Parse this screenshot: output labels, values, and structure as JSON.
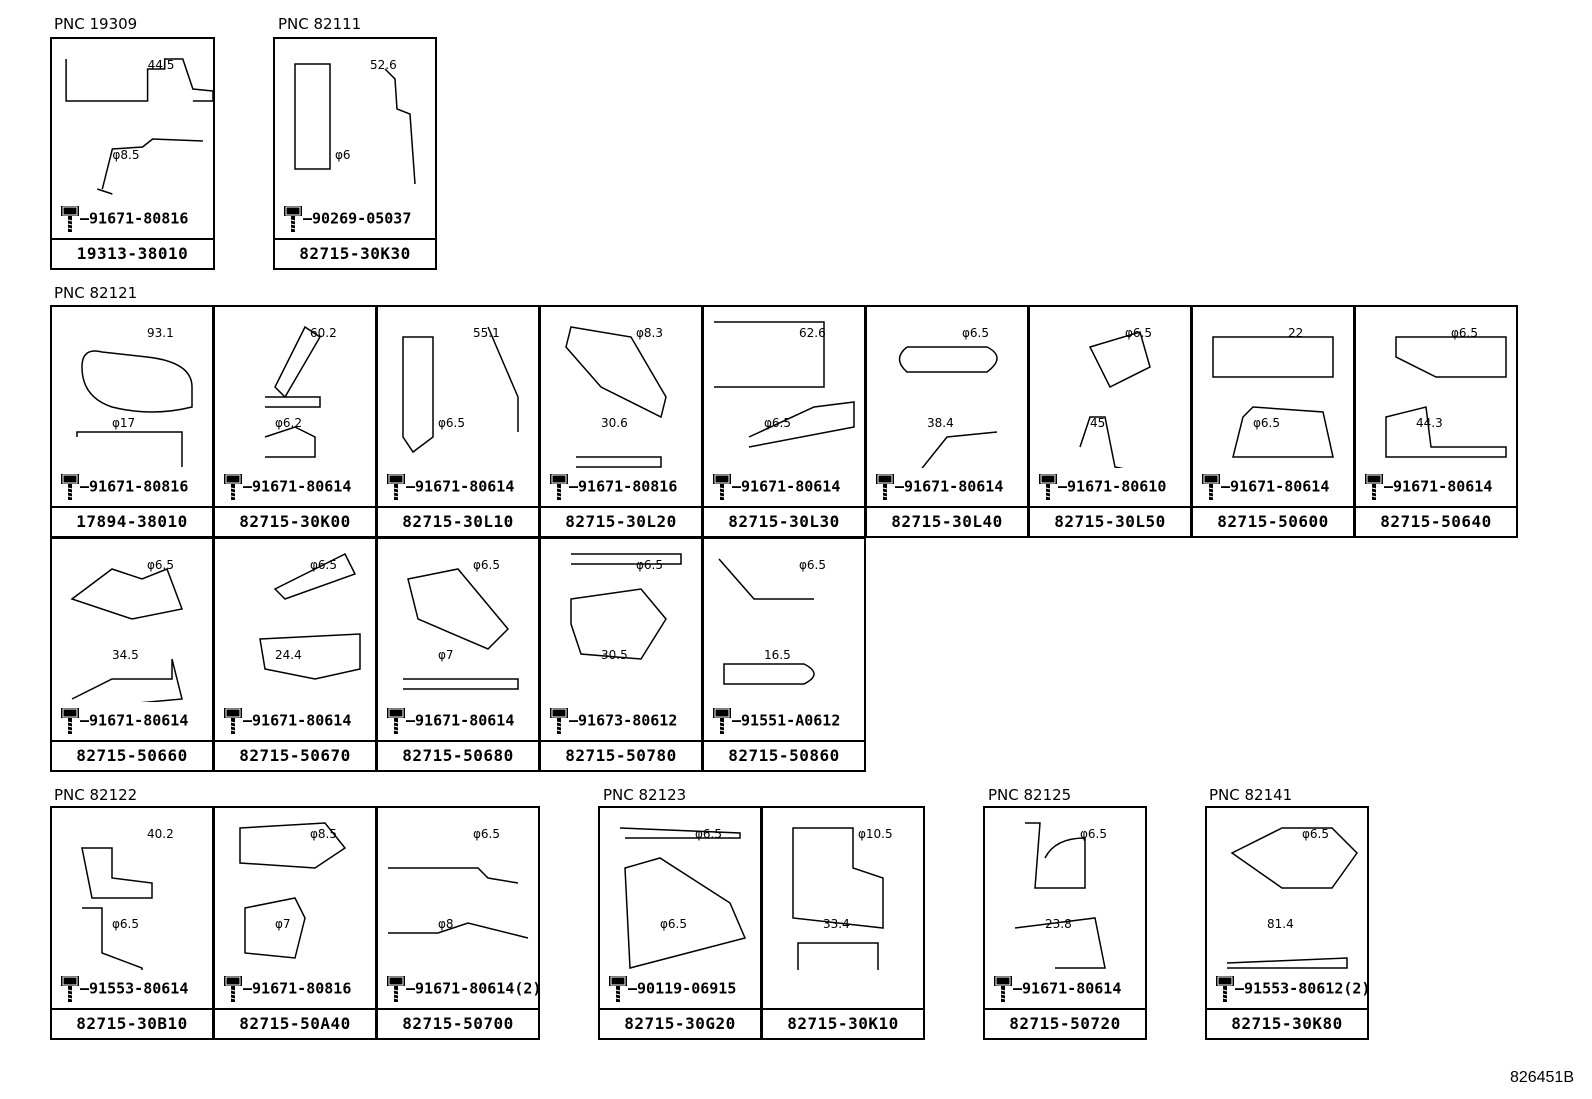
{
  "pnc_labels": {
    "p19309": "PNC 19309",
    "p82111": "PNC 82111",
    "p82121": "PNC 82121",
    "p82122": "PNC 82122",
    "p82123": "PNC 82123",
    "p82125": "PNC 82125",
    "p82141": "PNC 82141"
  },
  "cells": [
    {
      "part": "19313-38010",
      "bolt": "91671-80816",
      "dims": [
        "44.5",
        "φ8.5"
      ]
    },
    {
      "part": "82715-30K30",
      "bolt": "90269-05037",
      "dims": [
        "52.6",
        "φ6"
      ]
    },
    {
      "part": "17894-38010",
      "bolt": "91671-80816",
      "dims": [
        "93.1",
        "φ17"
      ]
    },
    {
      "part": "82715-30K00",
      "bolt": "91671-80614",
      "dims": [
        "60.2",
        "φ6.2"
      ]
    },
    {
      "part": "82715-30L10",
      "bolt": "91671-80614",
      "dims": [
        "55.1",
        "φ6.5"
      ]
    },
    {
      "part": "82715-30L20",
      "bolt": "91671-80816",
      "dims": [
        "φ8.3",
        "30.6"
      ]
    },
    {
      "part": "82715-30L30",
      "bolt": "91671-80614",
      "dims": [
        "62.6",
        "φ6.5"
      ]
    },
    {
      "part": "82715-30L40",
      "bolt": "91671-80614",
      "dims": [
        "φ6.5",
        "38.4"
      ]
    },
    {
      "part": "82715-30L50",
      "bolt": "91671-80610",
      "dims": [
        "φ6.5",
        "45"
      ]
    },
    {
      "part": "82715-50600",
      "bolt": "91671-80614",
      "dims": [
        "22",
        "φ6.5"
      ]
    },
    {
      "part": "82715-50640",
      "bolt": "91671-80614",
      "dims": [
        "φ6.5",
        "44.3"
      ]
    },
    {
      "part": "82715-50660",
      "bolt": "91671-80614",
      "dims": [
        "φ6.5",
        "34.5"
      ]
    },
    {
      "part": "82715-50670",
      "bolt": "91671-80614",
      "dims": [
        "φ6.5",
        "24.4"
      ]
    },
    {
      "part": "82715-50680",
      "bolt": "91671-80614",
      "dims": [
        "φ6.5",
        "φ7"
      ]
    },
    {
      "part": "82715-50780",
      "bolt": "91673-80612",
      "dims": [
        "φ6.5",
        "30.5"
      ]
    },
    {
      "part": "82715-50860",
      "bolt": "91551-A0612",
      "dims": [
        "φ6.5",
        "16.5"
      ]
    },
    {
      "part": "82715-30B10",
      "bolt": "91553-80614",
      "dims": [
        "40.2",
        "φ6.5"
      ]
    },
    {
      "part": "82715-50A40",
      "bolt": "91671-80816",
      "dims": [
        "φ8.5",
        "φ7"
      ]
    },
    {
      "part": "82715-50700",
      "bolt": "91671-80614(2)",
      "dims": [
        "φ6.5",
        "φ8"
      ]
    },
    {
      "part": "82715-30G20",
      "bolt": "90119-06915",
      "dims": [
        "φ6.5",
        "φ6.5"
      ]
    },
    {
      "part": "82715-30K10",
      "bolt": "",
      "dims": [
        "φ10.5",
        "33.4"
      ]
    },
    {
      "part": "82715-50720",
      "bolt": "91671-80614",
      "dims": [
        "φ6.5",
        "23.8"
      ]
    },
    {
      "part": "82715-30K80",
      "bolt": "91553-80612(2)",
      "dims": [
        "φ6.5",
        "81.4"
      ]
    }
  ],
  "drawing_code": "826451B"
}
